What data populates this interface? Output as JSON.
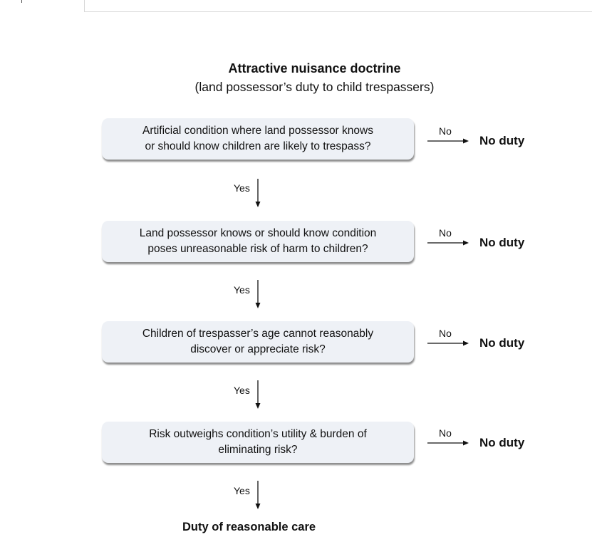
{
  "title": "Attractive nuisance doctrine",
  "subtitle": "(land possessor’s duty to child trespassers)",
  "steps": [
    {
      "line1": "Artificial condition where land possessor knows",
      "line2": "or should know children are likely to trespass?",
      "no_label": "No",
      "no_outcome": "No duty",
      "yes_label": "Yes"
    },
    {
      "line1": "Land possessor knows or should know condition",
      "line2": "poses unreasonable risk of harm to children?",
      "no_label": "No",
      "no_outcome": "No duty",
      "yes_label": "Yes"
    },
    {
      "line1": "Children of trespasser’s age cannot reasonably",
      "line2": "discover or appreciate risk?",
      "no_label": "No",
      "no_outcome": "No duty",
      "yes_label": "Yes"
    },
    {
      "line1": "Risk outweighs condition’s utility & burden of",
      "line2": "eliminating risk?",
      "no_label": "No",
      "no_outcome": "No duty",
      "yes_label": "Yes"
    }
  ],
  "final_outcome": "Duty of reasonable care"
}
